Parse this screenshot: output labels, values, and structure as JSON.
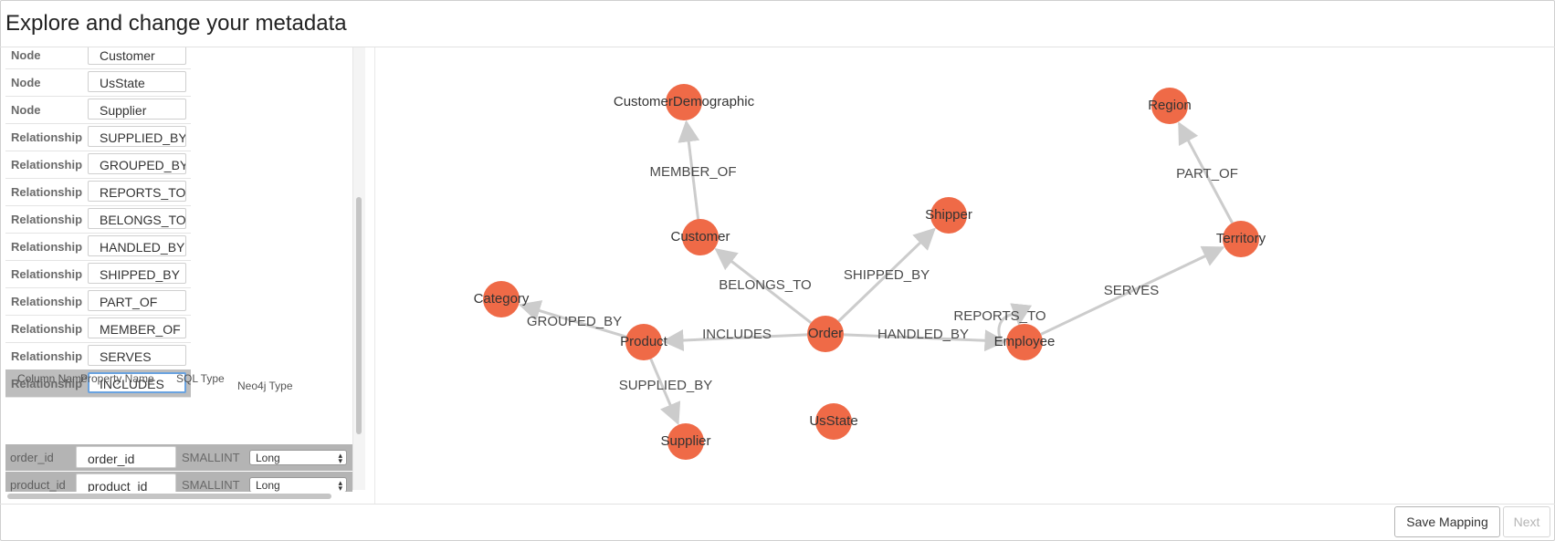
{
  "header": {
    "title": "Explore and change your metadata"
  },
  "entities": [
    {
      "kind": "Node",
      "name": "Customer"
    },
    {
      "kind": "Node",
      "name": "UsState"
    },
    {
      "kind": "Node",
      "name": "Supplier"
    },
    {
      "kind": "Relationship",
      "name": "SUPPLIED_BY"
    },
    {
      "kind": "Relationship",
      "name": "GROUPED_BY"
    },
    {
      "kind": "Relationship",
      "name": "REPORTS_TO"
    },
    {
      "kind": "Relationship",
      "name": "BELONGS_TO"
    },
    {
      "kind": "Relationship",
      "name": "HANDLED_BY"
    },
    {
      "kind": "Relationship",
      "name": "SHIPPED_BY"
    },
    {
      "kind": "Relationship",
      "name": "PART_OF"
    },
    {
      "kind": "Relationship",
      "name": "MEMBER_OF"
    },
    {
      "kind": "Relationship",
      "name": "SERVES"
    },
    {
      "kind": "Relationship",
      "name": "INCLUDES",
      "selected": true
    }
  ],
  "properties": {
    "headers": {
      "column_name": "Column Name",
      "property_name": "Property Name",
      "sql_type": "SQL Type",
      "neo4j_type": "Neo4j Type"
    },
    "rows": [
      {
        "column": "order_id",
        "property": "order_id",
        "sql_type": "SMALLINT",
        "neo4j_type": "Long"
      },
      {
        "column": "product_id",
        "property": "product_id",
        "sql_type": "SMALLINT",
        "neo4j_type": "Long"
      }
    ]
  },
  "graph": {
    "node_color": "#ef6a47",
    "edge_color": "#cccccc",
    "nodes": [
      {
        "id": "CustomerDemographic",
        "label": "CustomerDemographic"
      },
      {
        "id": "Region",
        "label": "Region"
      },
      {
        "id": "Shipper",
        "label": "Shipper"
      },
      {
        "id": "Customer",
        "label": "Customer"
      },
      {
        "id": "Territory",
        "label": "Territory"
      },
      {
        "id": "Category",
        "label": "Category"
      },
      {
        "id": "Product",
        "label": "Product"
      },
      {
        "id": "Order",
        "label": "Order"
      },
      {
        "id": "Employee",
        "label": "Employee"
      },
      {
        "id": "Supplier",
        "label": "Supplier"
      },
      {
        "id": "UsState",
        "label": "UsState"
      }
    ],
    "edges": [
      {
        "from": "Customer",
        "to": "CustomerDemographic",
        "label": "MEMBER_OF"
      },
      {
        "from": "Territory",
        "to": "Region",
        "label": "PART_OF"
      },
      {
        "from": "Order",
        "to": "Customer",
        "label": "BELONGS_TO"
      },
      {
        "from": "Order",
        "to": "Shipper",
        "label": "SHIPPED_BY"
      },
      {
        "from": "Employee",
        "to": "Territory",
        "label": "SERVES"
      },
      {
        "from": "Product",
        "to": "Category",
        "label": "GROUPED_BY"
      },
      {
        "from": "Order",
        "to": "Product",
        "label": "INCLUDES"
      },
      {
        "from": "Order",
        "to": "Employee",
        "label": "HANDLED_BY"
      },
      {
        "from": "Employee",
        "to": "Employee",
        "label": "REPORTS_TO"
      },
      {
        "from": "Product",
        "to": "Supplier",
        "label": "SUPPLIED_BY"
      }
    ]
  },
  "footer": {
    "save_label": "Save Mapping",
    "next_label": "Next"
  }
}
